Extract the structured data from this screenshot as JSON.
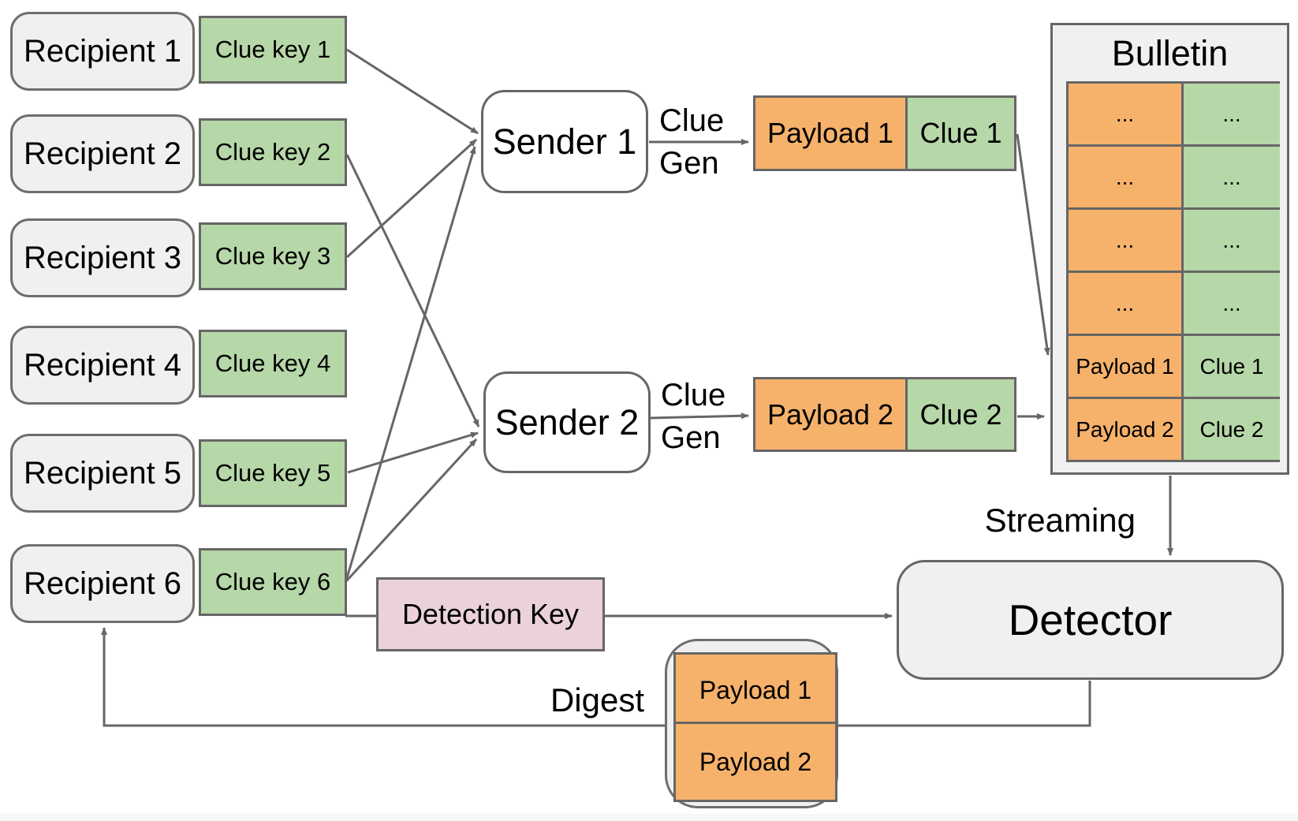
{
  "recipients": [
    {
      "label": "Recipient 1",
      "clue_key": "Clue key 1"
    },
    {
      "label": "Recipient 2",
      "clue_key": "Clue key 2"
    },
    {
      "label": "Recipient 3",
      "clue_key": "Clue key 3"
    },
    {
      "label": "Recipient 4",
      "clue_key": "Clue key 4"
    },
    {
      "label": "Recipient 5",
      "clue_key": "Clue key 5"
    },
    {
      "label": "Recipient 6",
      "clue_key": "Clue key 6"
    }
  ],
  "senders": [
    {
      "label": "Sender 1",
      "gen_line1": "Clue",
      "gen_line2": "Gen",
      "payload": "Payload 1",
      "clue": "Clue 1"
    },
    {
      "label": "Sender 2",
      "gen_line1": "Clue",
      "gen_line2": "Gen",
      "payload": "Payload 2",
      "clue": "Clue 2"
    }
  ],
  "bulletin": {
    "title": "Bulletin",
    "rows": [
      {
        "payload": "...",
        "clue": "..."
      },
      {
        "payload": "...",
        "clue": "..."
      },
      {
        "payload": "...",
        "clue": "..."
      },
      {
        "payload": "...",
        "clue": "..."
      },
      {
        "payload": "Payload 1",
        "clue": "Clue 1"
      },
      {
        "payload": "Payload 2",
        "clue": "Clue 2"
      }
    ]
  },
  "detector": {
    "label": "Detector",
    "streaming_label": "Streaming"
  },
  "detection_key": {
    "label": "Detection Key"
  },
  "digest": {
    "label": "Digest",
    "items": [
      "Payload 1",
      "Payload 2"
    ]
  },
  "colors": {
    "orange": "#f6b26b",
    "green": "#b6d7a8",
    "pink": "#ead1dc",
    "panel_gray": "#f0f0f0",
    "box_border": "#666666",
    "line": "#666666"
  }
}
